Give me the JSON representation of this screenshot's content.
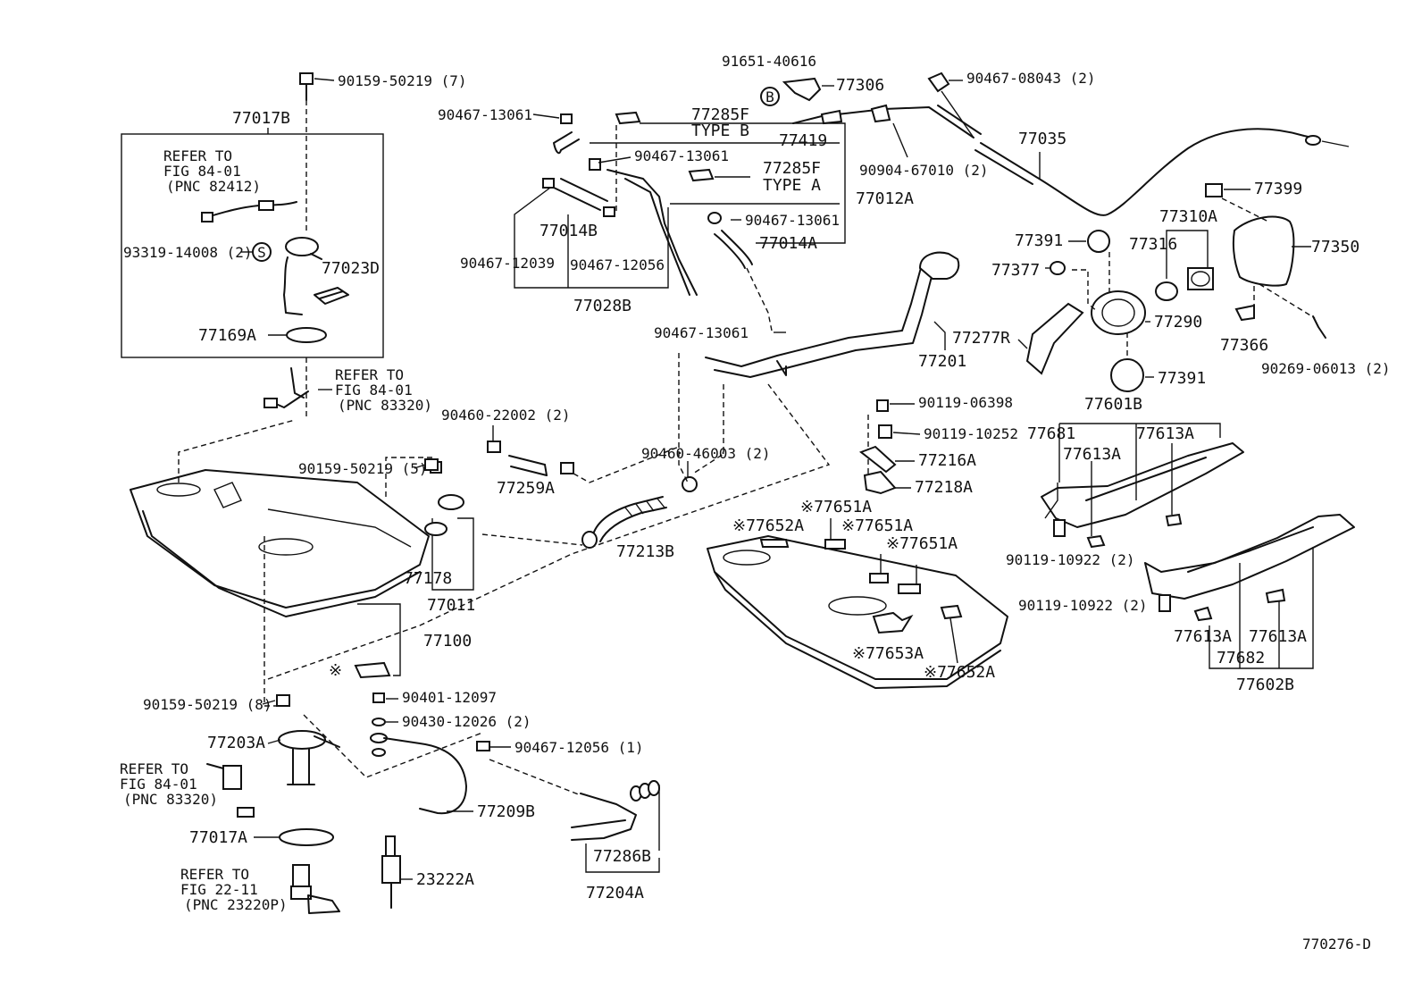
{
  "diagram_id": "770276-D",
  "labels": [
    {
      "text": "90159-50219 (7)"
    },
    {
      "text": "77017B"
    },
    {
      "text": "REFER TO"
    },
    {
      "text": "FIG 84-01"
    },
    {
      "text": "(PNC 82412)"
    },
    {
      "text": "93319-14008 (2)"
    },
    {
      "text": "77023D"
    },
    {
      "text": "77169A"
    },
    {
      "text": "REFER TO"
    },
    {
      "text": "FIG 84-01"
    },
    {
      "text": "(PNC 83320)"
    },
    {
      "text": "90467-13061"
    },
    {
      "text": "77285F"
    },
    {
      "text": "TYPE B"
    },
    {
      "text": "77419"
    },
    {
      "text": "90467-13061"
    },
    {
      "text": "77285F"
    },
    {
      "text": "TYPE A"
    },
    {
      "text": "77012A"
    },
    {
      "text": "77014B"
    },
    {
      "text": "90467-13061"
    },
    {
      "text": "77014A"
    },
    {
      "text": "90467-12039"
    },
    {
      "text": "90467-12056"
    },
    {
      "text": "77028B"
    },
    {
      "text": "91651-40616"
    },
    {
      "text": "77306"
    },
    {
      "text": "90467-08043 (2)"
    },
    {
      "text": "77035"
    },
    {
      "text": "90904-67010 (2)"
    },
    {
      "text": "77399"
    },
    {
      "text": "77310A"
    },
    {
      "text": "77391"
    },
    {
      "text": "77316"
    },
    {
      "text": "77350"
    },
    {
      "text": "77377"
    },
    {
      "text": "77290"
    },
    {
      "text": "77366"
    },
    {
      "text": "77277R"
    },
    {
      "text": "77201"
    },
    {
      "text": "77391"
    },
    {
      "text": "90269-06013 (2)"
    },
    {
      "text": "90467-13061"
    },
    {
      "text": "90460-22002 (2)"
    },
    {
      "text": "90159-50219 (5)"
    },
    {
      "text": "77259A"
    },
    {
      "text": "90460-46003 (2)"
    },
    {
      "text": "77213B"
    },
    {
      "text": "77178"
    },
    {
      "text": "77011"
    },
    {
      "text": "77100"
    },
    {
      "text": "※"
    },
    {
      "text": "90119-06398"
    },
    {
      "text": "90119-10252"
    },
    {
      "text": "77216A"
    },
    {
      "text": "77218A"
    },
    {
      "text": "77601B"
    },
    {
      "text": "77681"
    },
    {
      "text": "77613A"
    },
    {
      "text": "77613A"
    },
    {
      "text": "90119-10922 (2)"
    },
    {
      "text": "※77651A"
    },
    {
      "text": "※77652A"
    },
    {
      "text": "※77651A"
    },
    {
      "text": "※77651A"
    },
    {
      "text": "※77653A"
    },
    {
      "text": "※77652A"
    },
    {
      "text": "90119-10922 (2)"
    },
    {
      "text": "77613A"
    },
    {
      "text": "77613A"
    },
    {
      "text": "77682"
    },
    {
      "text": "77602B"
    },
    {
      "text": "90159-50219 (8)"
    },
    {
      "text": "90401-12097"
    },
    {
      "text": "90430-12026 (2)"
    },
    {
      "text": "90467-12056 (1)"
    },
    {
      "text": "77203A"
    },
    {
      "text": "REFER TO"
    },
    {
      "text": "FIG 84-01"
    },
    {
      "text": "(PNC 83320)"
    },
    {
      "text": "77209B"
    },
    {
      "text": "77017A"
    },
    {
      "text": "REFER TO"
    },
    {
      "text": "FIG 22-11"
    },
    {
      "text": "(PNC 23220P)"
    },
    {
      "text": "23222A"
    },
    {
      "text": "77286B"
    },
    {
      "text": "77204A"
    }
  ],
  "symbols": {
    "b_marker": "B",
    "s_marker": "S"
  }
}
